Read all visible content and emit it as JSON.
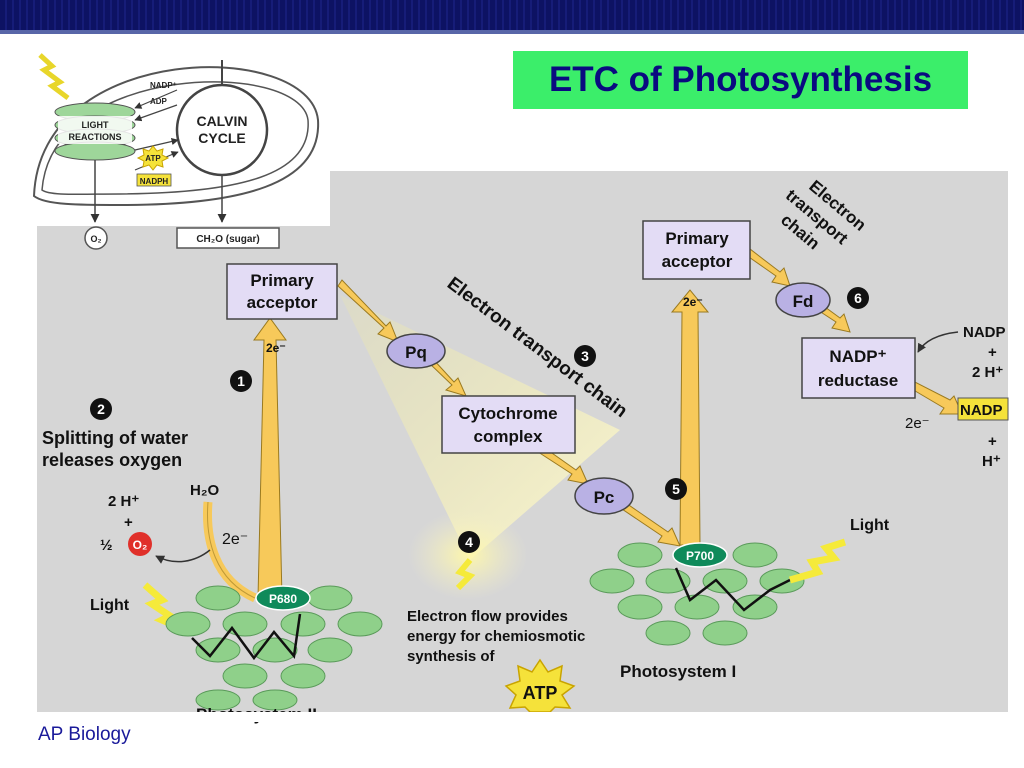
{
  "slide": {
    "title": "ETC of Photosynthesis",
    "footer": "AP Biology"
  },
  "inset": {
    "nadp": "NADP⁺",
    "adp": "ADP",
    "light_reactions_line1": "LIGHT",
    "light_reactions_line2": "REACTIONS",
    "calvin_line1": "CALVIN",
    "calvin_line2": "CYCLE",
    "atp": "ATP",
    "nadph": "NADPH",
    "o2": "O₂",
    "sugar": "CH₂O (sugar)"
  },
  "diagram": {
    "ps2_primary_line1": "Primary",
    "ps2_primary_line2": "acceptor",
    "ps1_primary_line1": "Primary",
    "ps1_primary_line2": "acceptor",
    "pq": "Pq",
    "cytochrome_line1": "Cytochrome",
    "cytochrome_line2": "complex",
    "pc": "Pc",
    "fd": "Fd",
    "nadp_reductase_line1": "NADP⁺",
    "nadp_reductase_line2": "reductase",
    "etc_label": "Electron transport chain",
    "etc2_line1": "Electron",
    "etc2_line2": "transport",
    "etc2_line3": "chain",
    "two_e_a": "2e⁻",
    "two_e_b": "2e⁻",
    "two_e_c": "2e⁻",
    "two_e_d": "2e⁻",
    "step1": "1",
    "step2": "2",
    "step3": "3",
    "step4": "4",
    "step5": "5",
    "step6": "6",
    "splitting_line1": "Splitting of water",
    "splitting_line2": "releases oxygen",
    "two_h_plus": "2 H⁺",
    "plus_1": "+",
    "half": "½",
    "o2_molecule": "O₂",
    "h2o": "H₂O",
    "light_left": "Light",
    "light_right": "Light",
    "p680": "P680",
    "p700": "P700",
    "electron_flow_line1": "Electron flow provides",
    "electron_flow_line2": "energy for chemiosmotic",
    "electron_flow_line3": "synthesis of",
    "atp": "ATP",
    "photosystem_1": "Photosystem I",
    "photosystem_2": "Photosystem II",
    "nadp_in": "NADP",
    "plus_2": "+",
    "two_h_plus_right": "2 H⁺",
    "nadph_out": "NADP",
    "plus_3": "+",
    "h_plus": "H⁺"
  },
  "colors": {
    "title_bg": "#3bee6a",
    "title_text": "#0a0a80",
    "header_bar": "#0d1263",
    "panel_bg": "#d6d6d6",
    "box_fill": "#e3dcf5",
    "carrier_fill": "#b9b1e4",
    "arrow_fill": "#f7c95a",
    "antenna_fill": "#8fd08a",
    "reaction_center": "#0f8a5a",
    "light_bolt": "#f5ea3a"
  }
}
